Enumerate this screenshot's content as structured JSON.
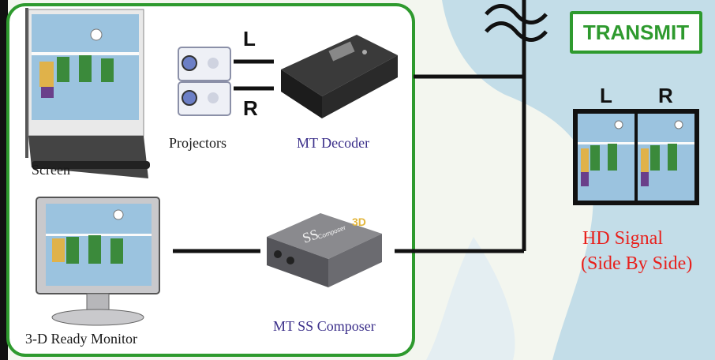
{
  "labels": {
    "projectors": "Projectors",
    "mt_decoder": "MT Decoder",
    "screen": "Screen",
    "monitor": "3-D Ready Monitor",
    "ss_composer": "MT SS Composer",
    "transmit": "TRANSMIT",
    "hd_signal_line1": "HD Signal",
    "hd_signal_line2": "(Side By Side)",
    "left": "L",
    "right": "R",
    "composer_brand": "SS",
    "composer_brand_sub": "Composer"
  },
  "colors": {
    "group_border": "#2e9a2e",
    "transmit_text": "#2e9a2e",
    "hd_signal_text": "#e8201c",
    "device_label": "#3b2f8a",
    "background_pale": "#f2f6ec",
    "background_sea": "#bfdbe6"
  }
}
